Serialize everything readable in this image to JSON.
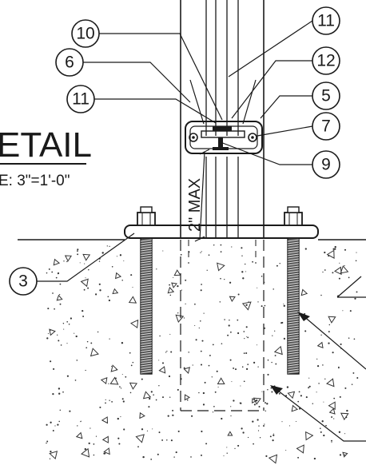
{
  "title_fragment": "ETAIL",
  "scale_fragment": "E: 3\"=1'-0\"",
  "dimension_label": "2\" MAX",
  "callouts": [
    {
      "key": "c10a",
      "number": "10"
    },
    {
      "key": "c11a",
      "number": "11"
    },
    {
      "key": "c6",
      "number": "6"
    },
    {
      "key": "c12",
      "number": "12"
    },
    {
      "key": "c11b",
      "number": "11"
    },
    {
      "key": "c5",
      "number": "5"
    },
    {
      "key": "c7",
      "number": "7"
    },
    {
      "key": "c9",
      "number": "9"
    },
    {
      "key": "c3",
      "number": "3"
    }
  ],
  "colors": {
    "ink": "#1a1a1a",
    "paper": "#ffffff"
  }
}
